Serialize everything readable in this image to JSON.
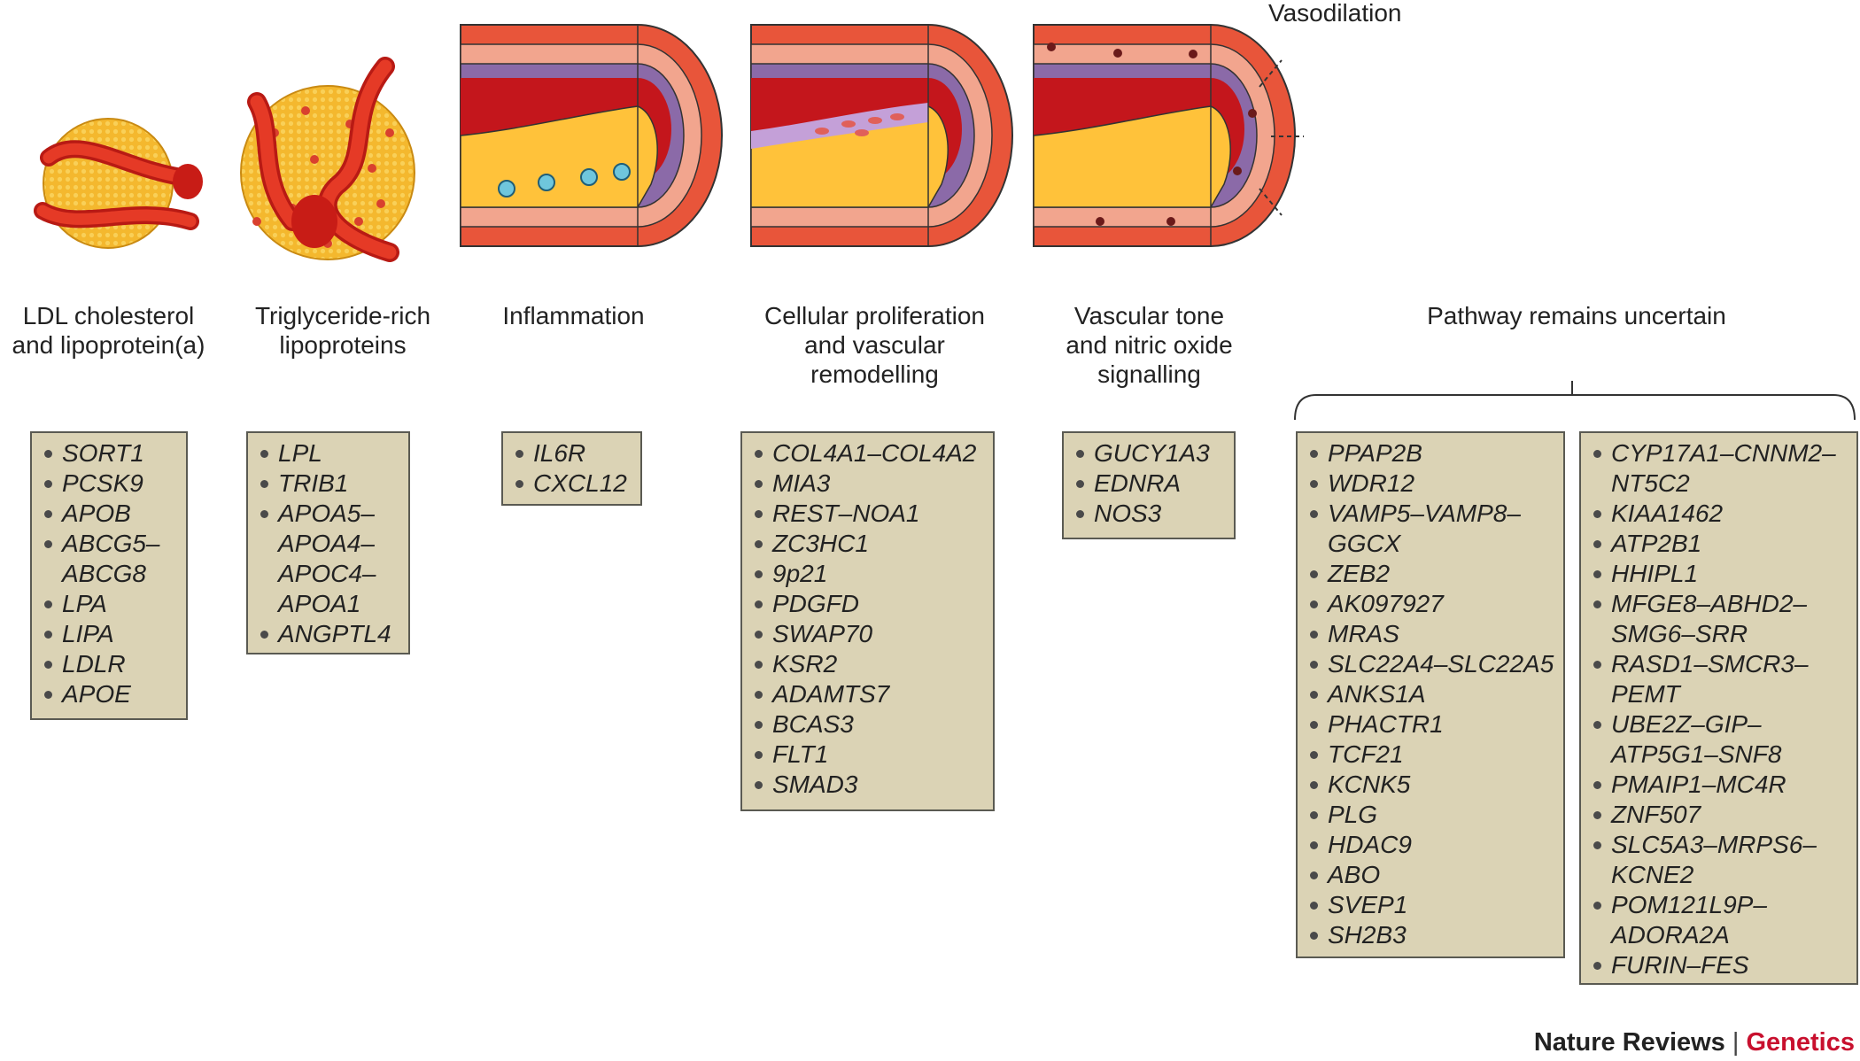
{
  "annotation": {
    "vasodilation": "Vasodilation"
  },
  "columns": [
    {
      "id": "ldl",
      "heading": [
        "LDL cholesterol",
        "and lipoprotein(a)"
      ],
      "genes": [
        "SORT1",
        "PCSK9",
        "APOB",
        "ABCG5–",
        "ABCG8",
        "LPA",
        "LIPA",
        "LDLR",
        "APOE"
      ],
      "bullets": [
        true,
        true,
        true,
        true,
        false,
        true,
        true,
        true,
        true
      ]
    },
    {
      "id": "trl",
      "heading": [
        "Triglyceride-rich",
        "lipoproteins"
      ],
      "genes": [
        "LPL",
        "TRIB1",
        "APOA5–",
        "APOA4–",
        "APOC4–",
        "APOA1",
        "ANGPTL4"
      ],
      "bullets": [
        true,
        true,
        true,
        false,
        false,
        false,
        true
      ]
    },
    {
      "id": "inflammation",
      "heading": [
        "Inflammation"
      ],
      "genes": [
        "IL6R",
        "CXCL12"
      ],
      "bullets": [
        true,
        true
      ]
    },
    {
      "id": "proliferation",
      "heading": [
        "Cellular proliferation",
        "and vascular",
        "remodelling"
      ],
      "genes": [
        "COL4A1–COL4A2",
        "MIA3",
        "REST–NOA1",
        "ZC3HC1",
        "9p21",
        "PDGFD",
        "SWAP70",
        "KSR2",
        "ADAMTS7",
        "BCAS3",
        "FLT1",
        "SMAD3"
      ],
      "bullets": [
        true,
        true,
        true,
        true,
        true,
        true,
        true,
        true,
        true,
        true,
        true,
        true
      ]
    },
    {
      "id": "vascular_tone",
      "heading": [
        "Vascular tone",
        "and nitric oxide",
        "signalling"
      ],
      "genes": [
        "GUCY1A3",
        "EDNRA",
        "NOS3"
      ],
      "bullets": [
        true,
        true,
        true
      ]
    },
    {
      "id": "uncertain_1",
      "heading": [
        "Pathway remains uncertain"
      ],
      "genes": [
        "PPAP2B",
        "WDR12",
        "VAMP5–VAMP8–",
        "GGCX",
        "ZEB2",
        "AK097927",
        "MRAS",
        "SLC22A4–SLC22A5",
        "ANKS1A",
        "PHACTR1",
        "TCF21",
        "KCNK5",
        "PLG",
        "HDAC9",
        "ABO",
        "SVEP1",
        "SH2B3"
      ],
      "bullets": [
        true,
        true,
        true,
        false,
        true,
        true,
        true,
        true,
        true,
        true,
        true,
        true,
        true,
        true,
        true,
        true,
        true
      ]
    },
    {
      "id": "uncertain_2",
      "heading": [],
      "genes": [
        "CYP17A1–CNNM2–",
        "NT5C2",
        "KIAA1462",
        "ATP2B1",
        "HHIPL1",
        "MFGE8–ABHD2–",
        "SMG6–SRR",
        "RASD1–SMCR3–",
        "PEMT",
        "UBE2Z–GIP–",
        "ATP5G1–SNF8",
        "PMAIP1–MC4R",
        "ZNF507",
        "SLC5A3–MRPS6–",
        "KCNE2",
        "POM121L9P–",
        "ADORA2A",
        "FURIN–FES"
      ],
      "bullets": [
        true,
        false,
        true,
        true,
        true,
        true,
        false,
        true,
        false,
        true,
        false,
        true,
        true,
        true,
        false,
        true,
        false,
        true
      ]
    }
  ],
  "footer": {
    "brand": "Nature Reviews",
    "separator": "|",
    "journal": "Genetics"
  },
  "colors": {
    "box_fill": "#dbd3b5",
    "box_border": "#5a5a52",
    "lipoprotein_yellow": "#f4b82e",
    "apolipoprotein_red": "#d3231b",
    "vessel_outer": "#e8553a",
    "vessel_pink": "#f2a58e",
    "plaque_yellow": "#ffc23a",
    "lumen_red": "#c4161c",
    "intima_purple": "#8b6aa8",
    "journal_red": "#c8102e"
  }
}
